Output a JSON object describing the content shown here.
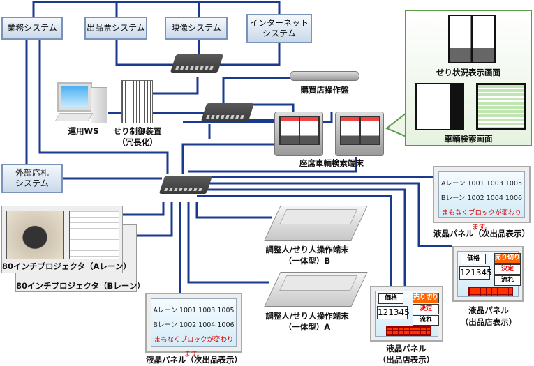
{
  "systems": {
    "gyomu": "業務システム",
    "shuppinhyo": "出品票システム",
    "eizo": "映像システム",
    "internet": "インターネット システム",
    "gaibu": "外部応札 システム"
  },
  "devices": {
    "ws": "運用WS",
    "seri_control": "せり制御装置",
    "seri_control_note": "（冗長化）",
    "buyer_panel": "購買店操作盤",
    "seat_terminal": "座席車輌検索端末",
    "console_b": "調整人/せり人操作端末",
    "console_b_note": "（一体型）B",
    "console_a": "調整人/せり人操作端末",
    "console_a_note": "（一体型）A",
    "projector_a": "80インチプロジェクタ（Aレーン）",
    "projector_b": "80インチプロジェクタ（Bレーン）"
  },
  "callout": {
    "status_screen": "せり状況表示画面",
    "search_screen": "車輌検索画面"
  },
  "lcd_next": {
    "lane_a": "Aレーン  1001 1003 1005",
    "lane_b": "Bレーン  1002 1004 1006",
    "notice": "まもなくブロックが変わります。",
    "label": "液晶パネル（次出品表示）"
  },
  "lcd_shop": {
    "price_label": "価格",
    "price": "121345",
    "sold_out": "売り切り",
    "decided": "決定",
    "unsold": "流れ",
    "label_line1": "液晶パネル",
    "label_line2": "（出品店表示）"
  },
  "colors": {
    "line": "#1a3a8f",
    "callout_border": "#5a9a45",
    "sold_out_bg": "#ff6600",
    "notice": "#e00000"
  }
}
